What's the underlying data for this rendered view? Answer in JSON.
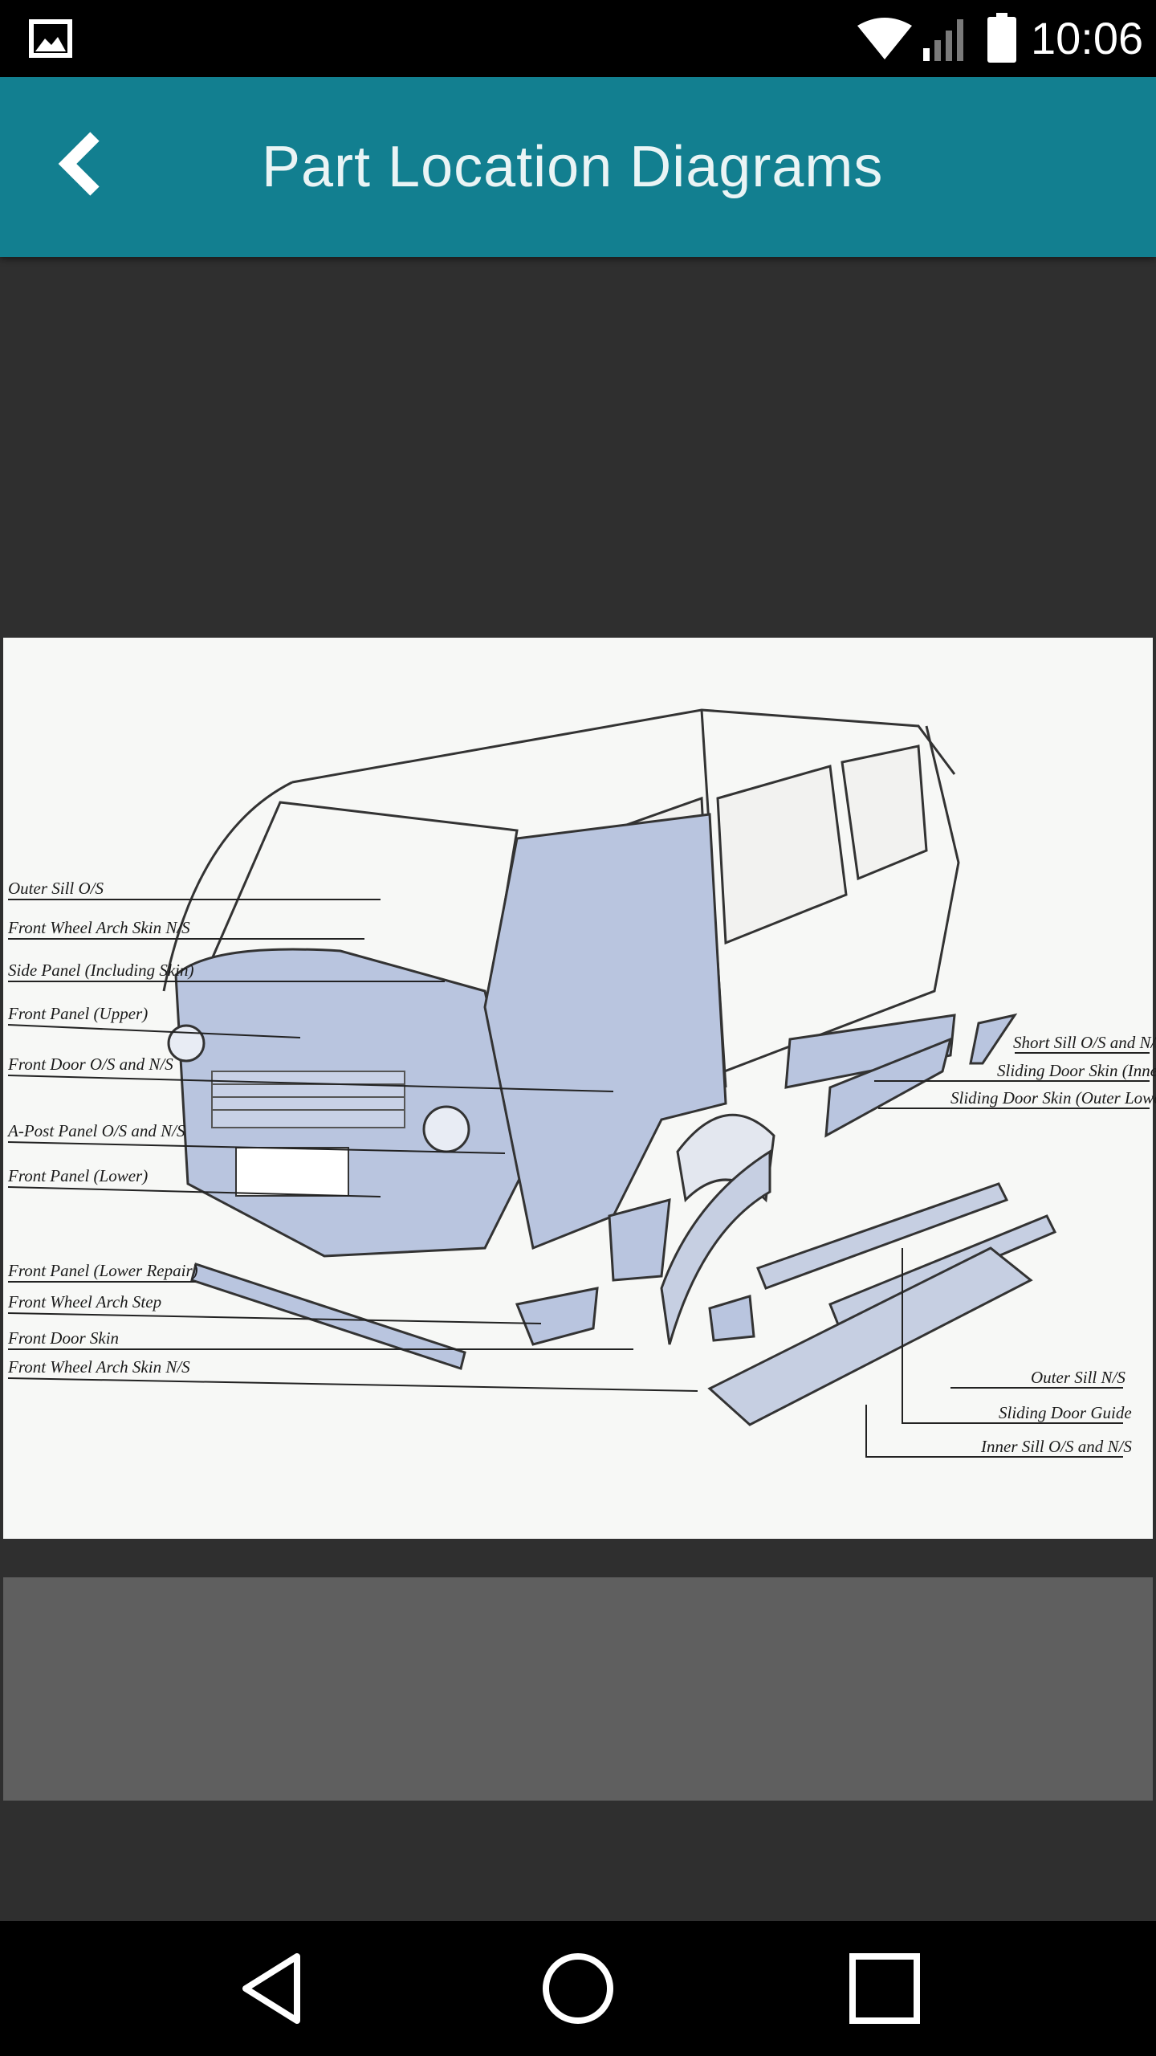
{
  "status_bar": {
    "time": "10:06",
    "icons": [
      "gallery-icon",
      "wifi-icon",
      "cell-signal-icon",
      "battery-icon"
    ]
  },
  "app_bar": {
    "title": "Part Location Diagrams",
    "back_icon": "chevron-left-icon",
    "background_color": "#127f90"
  },
  "diagram": {
    "labels_left": [
      "Outer Sill O/S",
      "Front Wheel Arch Skin N/S",
      "Side Panel (Including Skin)",
      "Front Panel (Upper)",
      "Front Door O/S and N/S",
      "A-Post Panel O/S and N/S",
      "Front Panel (Lower)",
      "Front Panel (Lower Repair)",
      "Front Wheel Arch Step",
      "Front Door Skin",
      "Front Wheel Arch Skin N/S"
    ],
    "labels_right": [
      "Short Sill O/S and N/S",
      "Sliding Door Skin (Inner)",
      "Sliding Door Skin (Outer Lower)",
      "Outer Sill N/S",
      "Sliding Door Guide",
      "Inner Sill O/S and N/S"
    ]
  },
  "nav_bar": {
    "buttons": [
      "back-triangle-icon",
      "home-circle-icon",
      "recents-square-icon"
    ]
  }
}
